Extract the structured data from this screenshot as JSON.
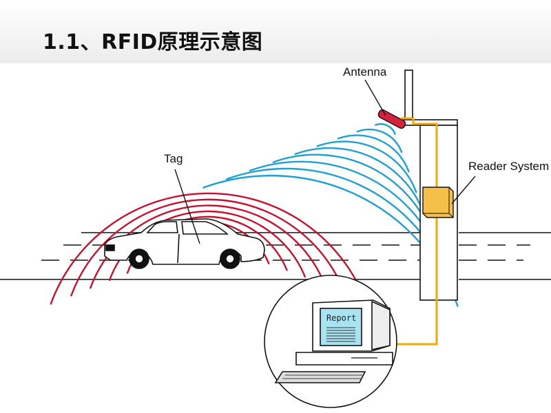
{
  "slide": {
    "title": "1.1、RFID原理示意图"
  },
  "diagram": {
    "labels": {
      "antenna": "Antenna",
      "tag": "Tag",
      "reader_system": "Reader System",
      "report": "Report"
    },
    "colors": {
      "wave_red": "#c8102e",
      "wave_blue": "#1e9fd6",
      "cable": "#f2a900",
      "reader_box": "#f5c04a",
      "screen": "#a9e3f2",
      "antenna": "#d4213d"
    }
  }
}
